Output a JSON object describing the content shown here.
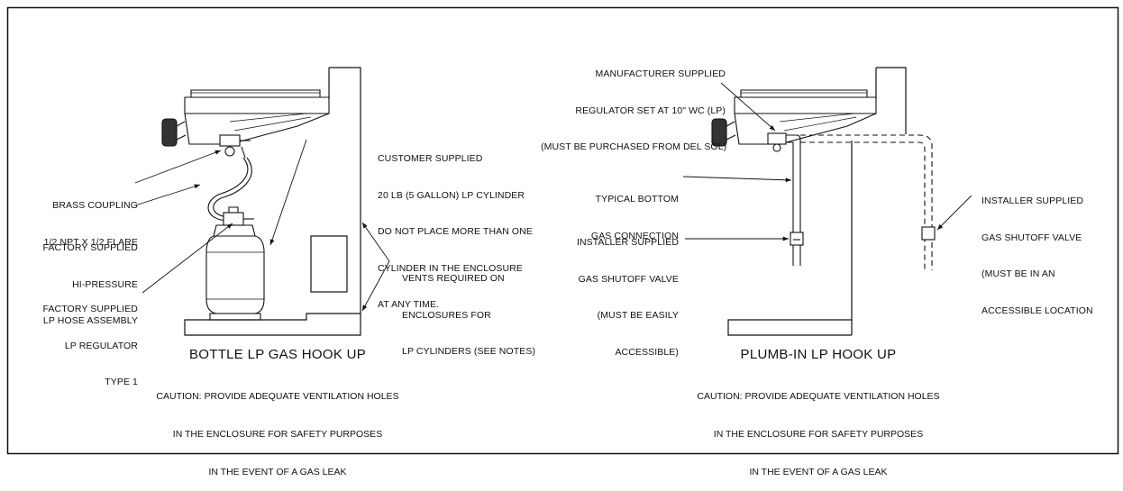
{
  "left_diagram": {
    "title": "BOTTLE LP GAS HOOK UP",
    "caution_lines": [
      "CAUTION: PROVIDE ADEQUATE VENTILATION HOLES",
      "IN THE ENCLOSURE FOR SAFETY PURPOSES",
      "IN THE EVENT OF A GAS LEAK"
    ],
    "callouts": {
      "brass_coupling": [
        "BRASS COUPLING",
        "1/2 NPT X 1/2 FLARE"
      ],
      "hose_assembly": [
        "FACTORY SUPPLIED",
        "HI-PRESSURE",
        "LP HOSE ASSEMBLY"
      ],
      "regulator": [
        "FACTORY SUPPLIED",
        "LP REGULATOR",
        "TYPE 1"
      ],
      "cylinder": [
        "CUSTOMER SUPPLIED",
        "20 LB (5 GALLON) LP CYLINDER",
        "DO NOT PLACE MORE THAN ONE",
        "CYLINDER IN THE ENCLOSURE",
        "AT ANY TIME."
      ],
      "vents": [
        "VENTS REQUIRED ON",
        "ENCLOSURES FOR",
        "LP CYLINDERS (SEE NOTES)"
      ]
    }
  },
  "right_diagram": {
    "title": "PLUMB-IN LP HOOK UP",
    "caution_lines": [
      "CAUTION: PROVIDE ADEQUATE VENTILATION HOLES",
      "IN THE ENCLOSURE FOR SAFETY PURPOSES",
      "IN THE EVENT OF A GAS LEAK"
    ],
    "callouts": {
      "manufacturer_regulator": [
        "MANUFACTURER SUPPLIED",
        "REGULATOR SET AT 10\" WC (LP)",
        "(MUST BE PURCHASED FROM DEL SOL)"
      ],
      "bottom_connection": [
        "TYPICAL BOTTOM",
        "GAS CONNECTION"
      ],
      "shutoff_inside": [
        "INSTALLER SUPPLIED",
        "GAS SHUTOFF VALVE",
        "(MUST BE EASILY",
        "ACCESSIBLE)"
      ],
      "shutoff_outside": [
        "INSTALLER SUPPLIED",
        "GAS SHUTOFF VALVE",
        "(MUST BE IN AN",
        "ACCESSIBLE LOCATION"
      ]
    }
  }
}
